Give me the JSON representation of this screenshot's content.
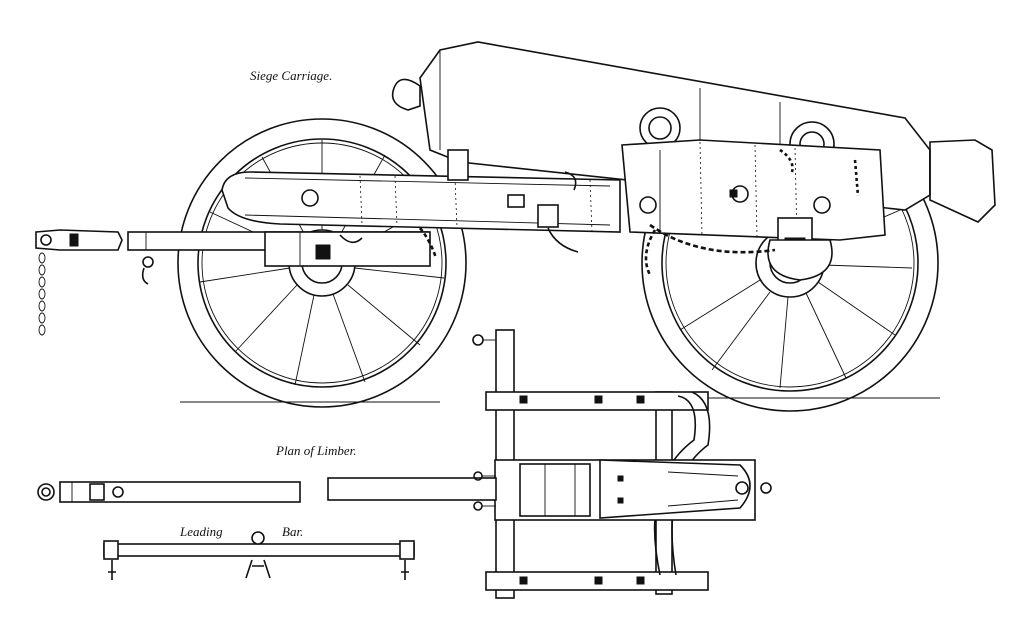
{
  "captions": {
    "siege_carriage": "Siege Carriage.",
    "plan_of_limber": "Plan of Limber.",
    "leading_bar_word1": "Leading",
    "leading_bar_word2": "Bar."
  }
}
